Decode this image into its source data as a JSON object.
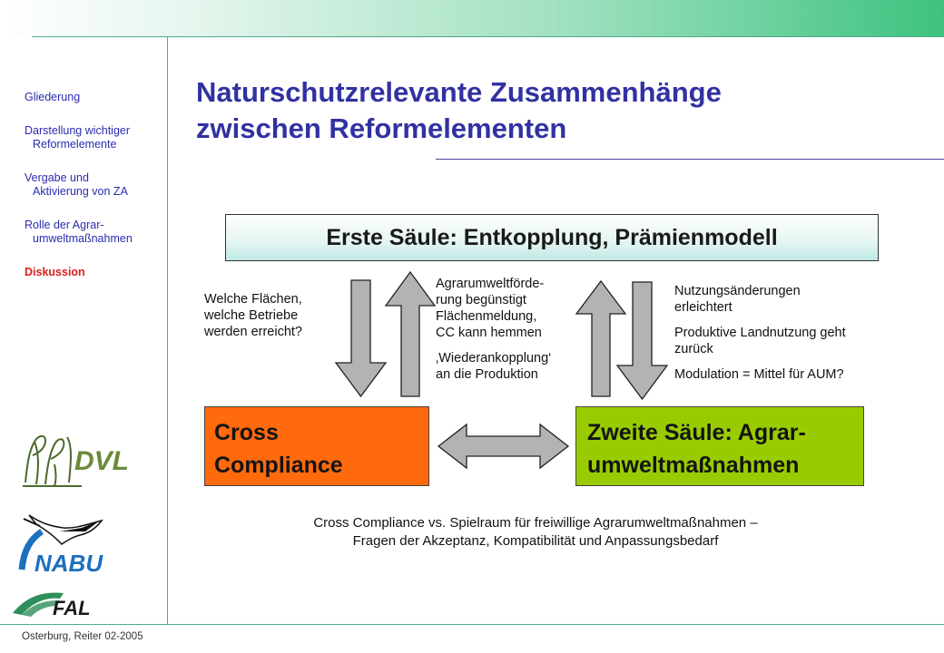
{
  "nav": {
    "items": [
      {
        "line1": "Gliederung",
        "line2": ""
      },
      {
        "line1": "Darstellung wichtiger",
        "line2": "Reformelemente"
      },
      {
        "line1": "Vergabe und",
        "line2": "Aktivierung von ZA"
      },
      {
        "line1": "Rolle der Agrar-",
        "line2": "umweltmaßnahmen"
      },
      {
        "line1": "Diskussion",
        "line2": ""
      }
    ]
  },
  "title": {
    "line1": "Naturschutzrelevante Zusammenhänge",
    "line2": "zwischen Reformelementen"
  },
  "first_pillar": "Erste Säule: Entkopplung, Prämienmodell",
  "cross_compliance": {
    "line1": "Cross",
    "line2": "Compliance"
  },
  "second_pillar": {
    "line1": "Zweite Säule: Agrar-",
    "line2": "umweltmaßnahmen"
  },
  "left_text": {
    "line1": "Welche Flächen,",
    "line2": "welche Betriebe",
    "line3": "werden erreicht?"
  },
  "mid_text": {
    "p1_l1": "Agrarumweltförde-",
    "p1_l2": "rung begünstigt",
    "p1_l3": "Flächenmeldung,",
    "p1_l4": "CC kann hemmen",
    "p2_l1": "‚Wiederankopplung‘",
    "p2_l2": "an die Produktion"
  },
  "right_text": {
    "p1_l1": "Nutzungsänderungen",
    "p1_l2": "erleichtert",
    "p2_l1": "Produktive Landnutzung geht",
    "p2_l2": "zurück",
    "p3": "Modulation = Mittel für AUM?"
  },
  "bottom_text": {
    "line1": "Cross Compliance vs. Spielraum für freiwillige Agrarumweltmaßnahmen –",
    "line2": "Fragen der Akzeptanz, Kompatibilität und Anpassungsbedarf"
  },
  "footer": "Osterburg, Reiter  02-2005",
  "logos": {
    "dvl": "DVL",
    "nabu": "NABU",
    "fal": "FAL"
  },
  "colors": {
    "nav": "#2b2bb0",
    "nav_active": "#d8201b",
    "title": "#3131a2",
    "cc_box": "#ff6a0d",
    "second_box": "#99cc00",
    "accent_line": "#4fa98a"
  }
}
